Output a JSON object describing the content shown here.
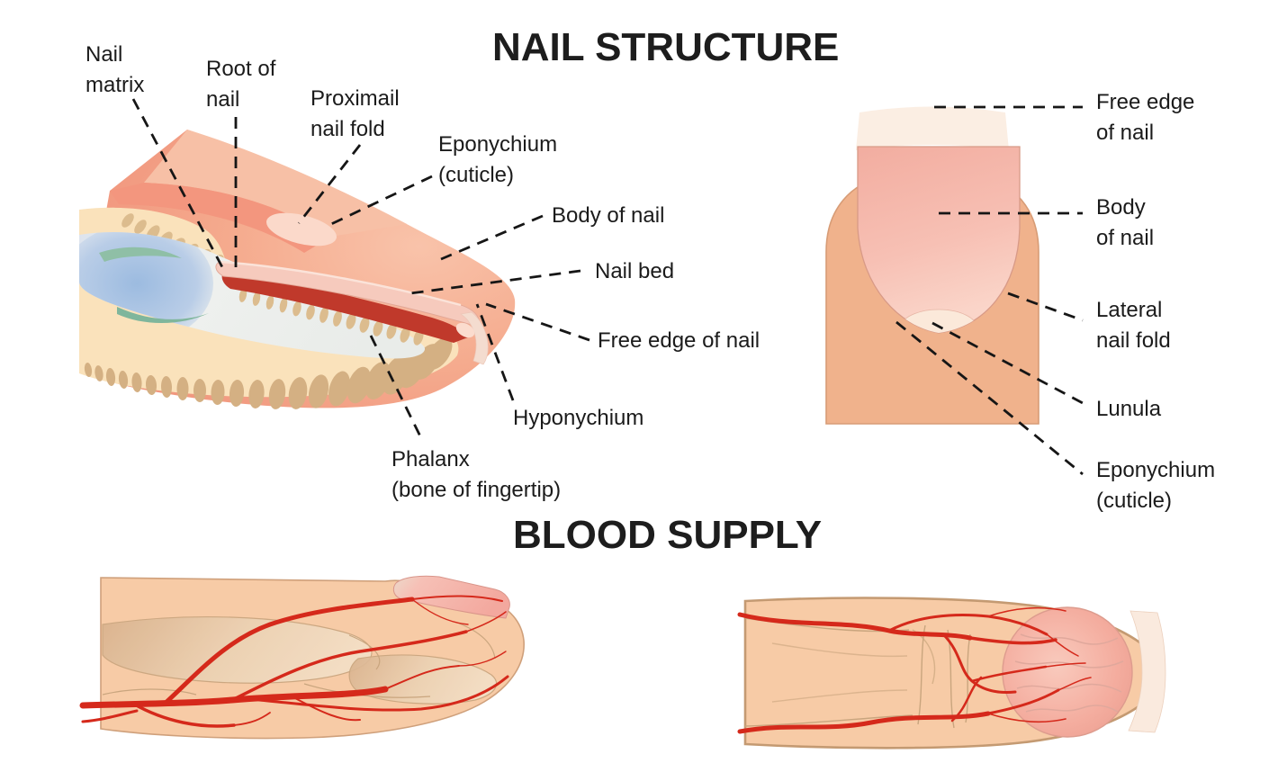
{
  "titles": {
    "nail_structure": "NAIL STRUCTURE",
    "blood_supply": "BLOOD SUPPLY"
  },
  "cross_section": {
    "labels": {
      "nail_matrix": "Nail\nmatrix",
      "root_of_nail": "Root of\nnail",
      "proximal_nail_fold": "Proximail\nnail fold",
      "eponychium": "Eponychium\n(cuticle)",
      "body_of_nail": "Body of nail",
      "nail_bed": "Nail bed",
      "free_edge_of_nail": "Free edge of nail",
      "hyponychium": "Hyponychium",
      "phalanx": "Phalanx\n(bone of fingertip)"
    }
  },
  "top_view": {
    "labels": {
      "free_edge_of_nail": "Free edge\nof nail",
      "body_of_nail": "Body\nof nail",
      "lateral_nail_fold": "Lateral\nnail fold",
      "lunula": "Lunula",
      "eponychium": "Eponychium\n(cuticle)"
    }
  },
  "palette": {
    "skin_light": "#f8c7b0",
    "skin_mid": "#f5ad90",
    "skin_deep": "#f0937b",
    "epidermis_cream": "#fae2bb",
    "papillae_tan": "#d4b083",
    "bone_white": "#eef0ee",
    "joint_blue": "#9cbbe0",
    "cartilage_teal": "#7fb69c",
    "nail_plate_pink": "#f6cabd",
    "nail_bed_red": "#c0392b",
    "nail_body_pink": "#f2ada0",
    "lunula_cream": "#fbe9da",
    "free_edge_cream": "#fbeee3",
    "vessel_red": "#d5291b",
    "blood_skin": "#f7cba6",
    "label_ink": "#1b1b1b"
  }
}
